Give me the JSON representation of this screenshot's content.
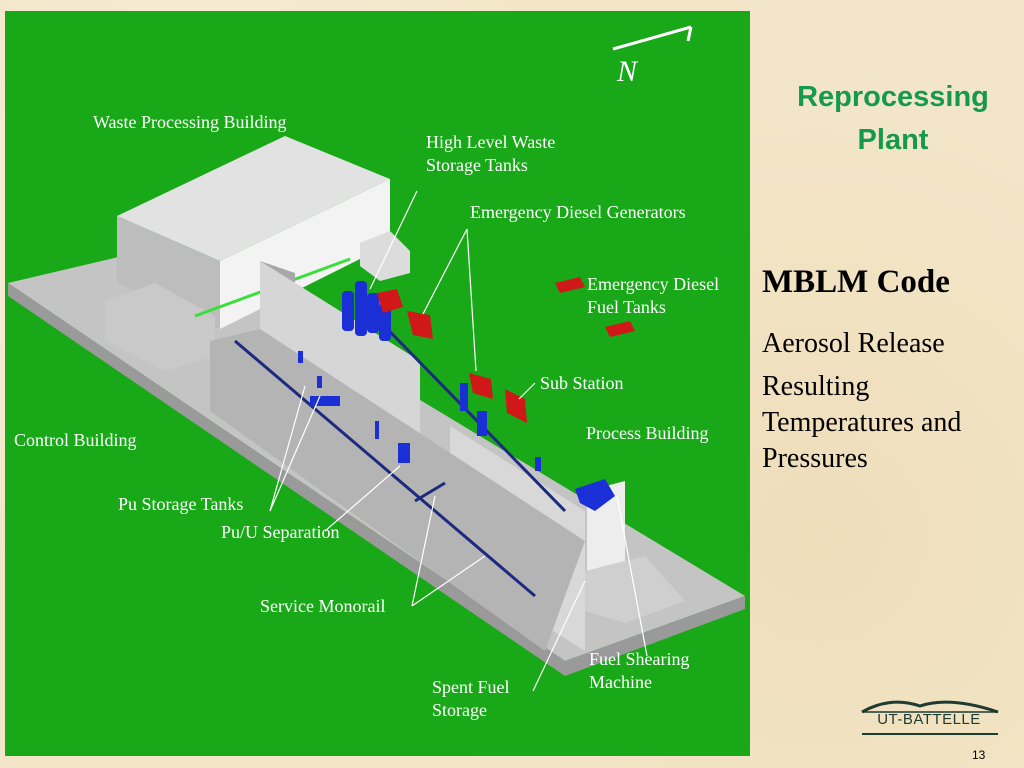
{
  "slide": {
    "title_line1": "Reprocessing",
    "title_line2": "Plant",
    "code_heading": "MBLM Code",
    "bullets": [
      "Aerosol Release",
      "Resulting Temperatures and Pressures"
    ],
    "page_number": "13",
    "logo_text": "UT-BATTELLE"
  },
  "diagram": {
    "north_label": "N",
    "labels": {
      "waste_processing_building": "Waste Processing Building",
      "high_level_waste": "High Level Waste\nStorage Tanks",
      "emergency_diesel_generators": "Emergency Diesel Generators",
      "emergency_diesel_fuel_tanks": "Emergency Diesel\nFuel Tanks",
      "sub_station": "Sub Station",
      "process_building": "Process Building",
      "control_building": "Control Building",
      "pu_storage_tanks": "Pu Storage Tanks",
      "pu_u_separation": "Pu/U Separation",
      "service_monorail": "Service Monorail",
      "fuel_shearing_machine": "Fuel Shearing\nMachine",
      "spent_fuel_storage": "Spent Fuel\nStorage"
    },
    "colors": {
      "background": "#18a818",
      "building": "#d0d0d0",
      "tanks": "#1a2fd6",
      "generators": "#d01818",
      "labels": "#ffffff"
    }
  }
}
